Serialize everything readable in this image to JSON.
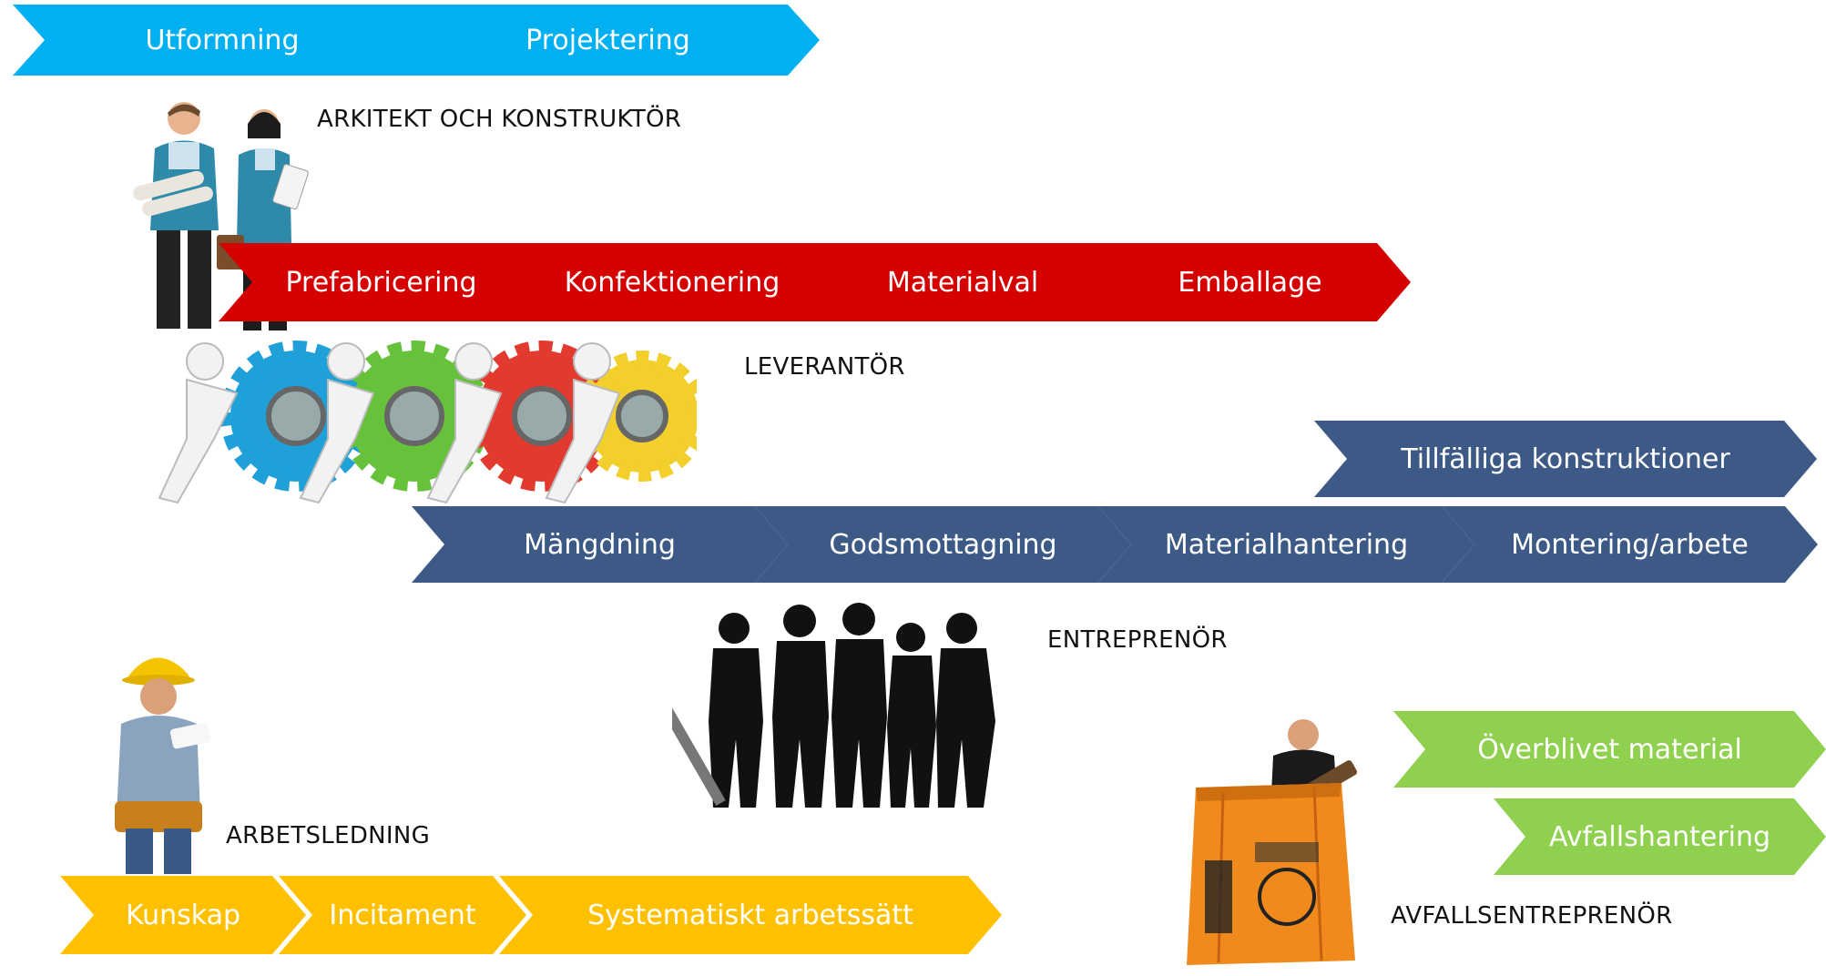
{
  "colors": {
    "blue": "#00b0f0",
    "red": "#d50000",
    "navy": "#3d5a86",
    "yellow": "#ffc000",
    "green": "#8fd14f"
  },
  "design": {
    "stages": [
      "Utformning",
      "Projektering"
    ],
    "role": "ARKITEKT OCH KONSTRUKTÖR"
  },
  "supplier": {
    "stages": [
      "Prefabricering",
      "Konfektionering",
      "Materialval",
      "Emballage"
    ],
    "role": "LEVERANTÖR"
  },
  "contractor": {
    "extra_stage": "Tillfälliga konstruktioner",
    "stages": [
      "Mängdning",
      "Godsmottagning",
      "Materialhantering",
      "Montering/arbete"
    ],
    "role": "ENTREPRENÖR"
  },
  "management": {
    "role": "ARBETSLEDNING",
    "stages": [
      "Kunskap",
      "Incitament",
      "Systematiskt arbetssätt"
    ]
  },
  "waste": {
    "stages": [
      "Överblivet material",
      "Avfallshantering"
    ],
    "role": "AVFALLSENTREPRENÖR"
  },
  "illustrations": [
    "architects-illustration",
    "gears-figures-illustration",
    "workers-silhouette-illustration",
    "site-manager-illustration",
    "waste-bag-worker-illustration"
  ]
}
